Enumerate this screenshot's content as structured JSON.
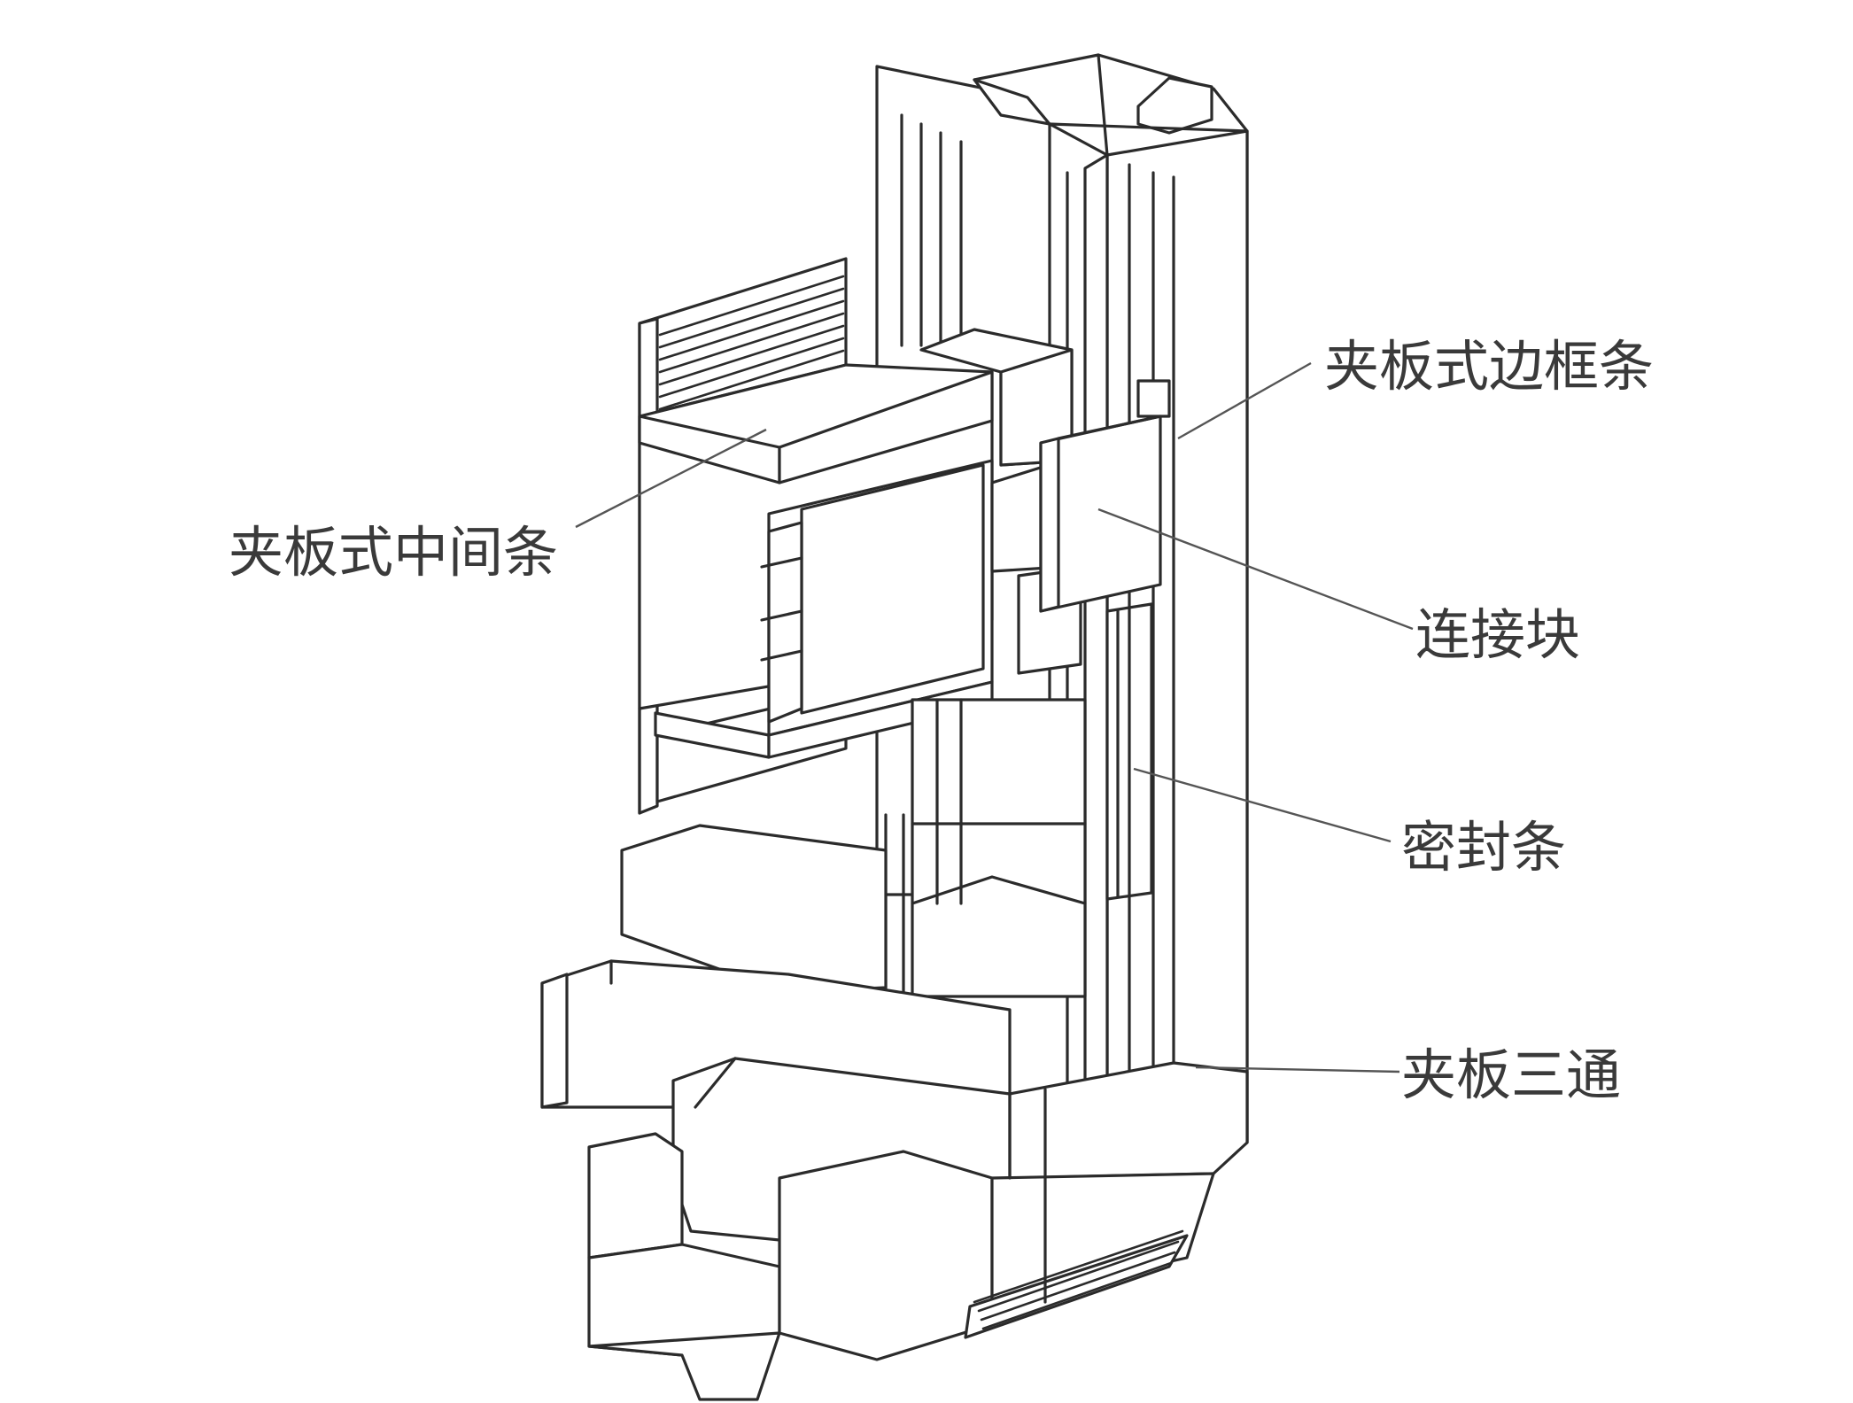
{
  "labels": {
    "side_frame": "夹板式边框条",
    "middle_bar": "夹板式中间条",
    "connector": "连接块",
    "seal": "密封条",
    "tee": "夹板三通"
  },
  "colors": {
    "line": "#2b2b2b",
    "leader": "#555555",
    "text": "#3a3a3a",
    "background": "#ffffff"
  }
}
